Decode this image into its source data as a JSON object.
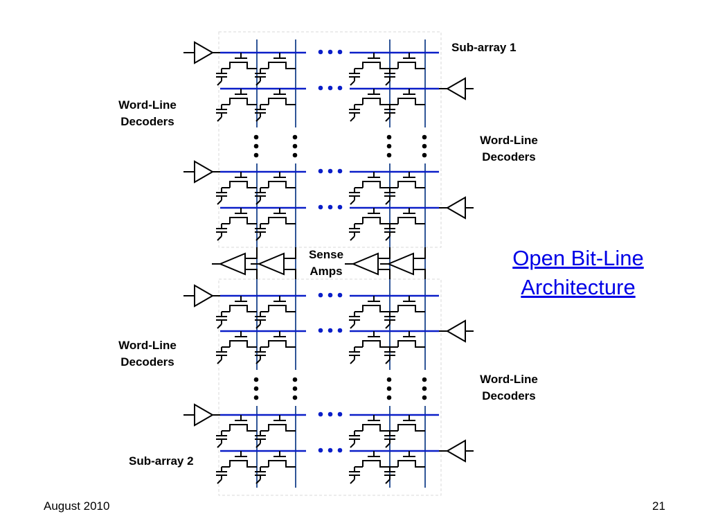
{
  "slide": {
    "title_line1": "Open Bit-Line",
    "title_line2": "Architecture",
    "footer_date": "August 2010",
    "page_number": "21"
  },
  "labels": {
    "subarray1": "Sub-array 1",
    "subarray2": "Sub-array 2",
    "wl_decoders_line1": "Word-Line",
    "wl_decoders_line2": "Decoders",
    "sense_line1": "Sense",
    "sense_line2": "Amps"
  },
  "colors": {
    "word_line": "#0a1ec8",
    "bit_line": "#2f5597",
    "ellipsis_horizontal": "#0a1ec8",
    "ellipsis_vertical": "#000000",
    "circuit": "#000000",
    "title_link": "#0000e6",
    "subarray_border": "#d9d9d9"
  },
  "diagram": {
    "subarrays": [
      {
        "name": "Sub-array 1",
        "word_line_groups": [
          {
            "rows": [
              "top-left-driver",
              "right-driver"
            ]
          },
          {
            "rows": [
              "left-driver",
              "right-driver"
            ]
          }
        ]
      },
      {
        "name": "Sub-array 2",
        "word_line_groups": [
          {
            "rows": [
              "left-driver",
              "right-driver"
            ]
          },
          {
            "rows": [
              "left-driver",
              "right-driver"
            ]
          }
        ]
      }
    ],
    "bit_line_columns": 4,
    "sense_amp_count": 4,
    "cell_type": "1T1C DRAM cell"
  }
}
